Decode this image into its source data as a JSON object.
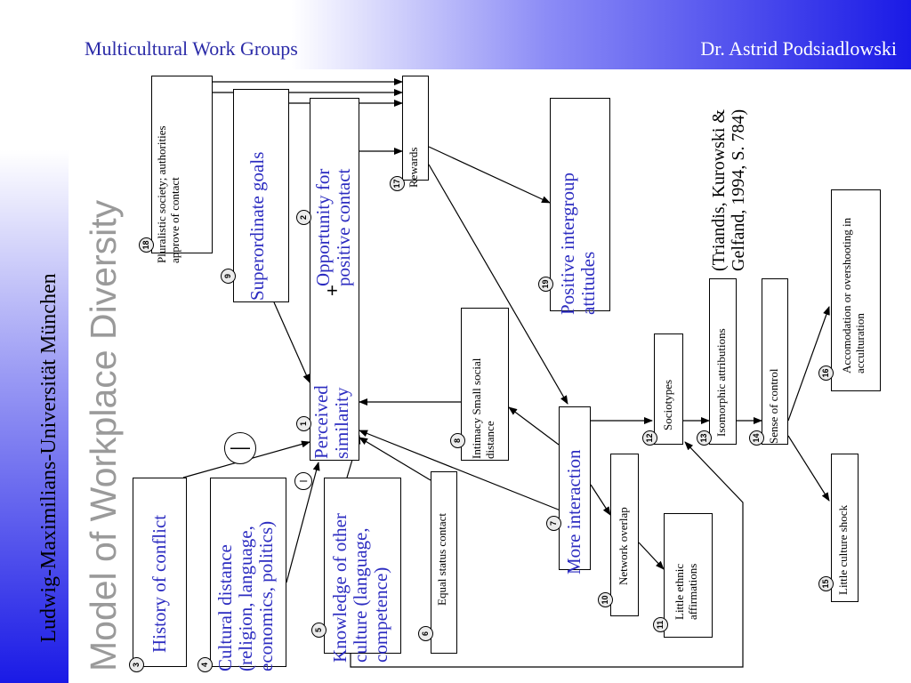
{
  "header": {
    "course_title": "Multicultural Work Groups",
    "author": "Dr. Astrid Podsiadlowski"
  },
  "sidebar": {
    "university": "Ludwig-Maximilians-Universität München"
  },
  "slide": {
    "title": "Model of Workplace Diversity",
    "citation": "(Triandis, Kurowski & Gelfand, 1994, S. 784)"
  },
  "signs": {
    "plus": "+",
    "minus_big": "—",
    "minus_small": "–"
  },
  "nodes": [
    {
      "id": "1",
      "label": "Perceived similarity"
    },
    {
      "id": "2",
      "label": "Opportunity for positive contact"
    },
    {
      "id": "3",
      "label": "History of conflict"
    },
    {
      "id": "4",
      "label": "Cultural distance (religion, language, economics, politics)"
    },
    {
      "id": "5",
      "label": "Knowledge of other culture (language, competence)"
    },
    {
      "id": "6",
      "label": "Equal status contact"
    },
    {
      "id": "7",
      "label": "More interaction"
    },
    {
      "id": "8",
      "label": "Intimacy Small social distance"
    },
    {
      "id": "9",
      "label": "Superordinate goals"
    },
    {
      "id": "10",
      "label": "Network overlap"
    },
    {
      "id": "11",
      "label": "Little ethnic affirmations"
    },
    {
      "id": "12",
      "label": "Sociotypes"
    },
    {
      "id": "13",
      "label": "Isomorphic attributions"
    },
    {
      "id": "14",
      "label": "Sense of control"
    },
    {
      "id": "15",
      "label": "Little culture shock"
    },
    {
      "id": "16",
      "label": "Accomodation or overshooting in acculturation"
    },
    {
      "id": "17",
      "label": "Rewards"
    },
    {
      "id": "18",
      "label": "Pluralistic society; authorities approve of contact"
    },
    {
      "id": "19",
      "label": "Positive intergroup attitudes"
    }
  ]
}
